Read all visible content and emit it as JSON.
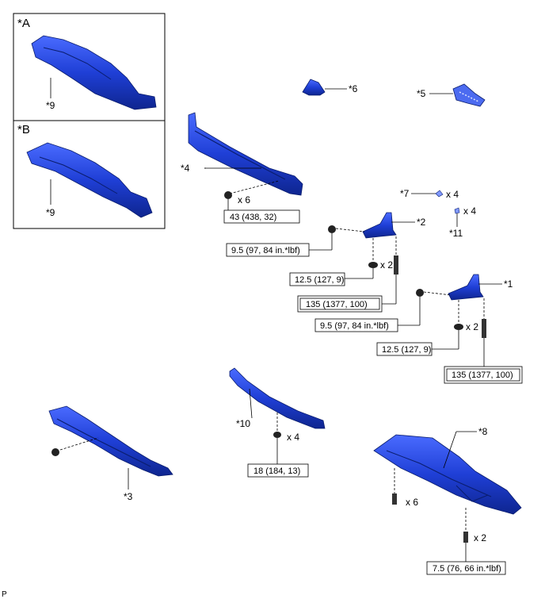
{
  "insets": {
    "a": {
      "label": "*A",
      "part_label": "*9"
    },
    "b": {
      "label": "*B",
      "part_label": "*9"
    }
  },
  "parts": {
    "p1": "*1",
    "p2": "*2",
    "p3": "*3",
    "p4": "*4",
    "p5": "*5",
    "p6": "*6",
    "p7": "*7",
    "p8": "*8",
    "p10": "*10",
    "p11": "*11"
  },
  "quantities": {
    "bolt_p4": "x 6",
    "clip_p7": "x 4",
    "clip_p11": "x 4",
    "nut_p2": "x 2",
    "nut_p1": "x 2",
    "nut_p10": "x 4",
    "bolt_p8": "x 6",
    "screw_p8": "x 2"
  },
  "torques": {
    "t_p4": "43 (438, 32)",
    "t_p2_bolt": "9.5 (97, 84 in.*lbf)",
    "t_p2_nut": "12.5 (127, 9)",
    "t_p2_main": "135 (1377, 100)",
    "t_p1_bolt": "9.5 (97, 84 in.*lbf)",
    "t_p1_nut": "12.5 (127, 9)",
    "t_p1_main": "135 (1377, 100)",
    "t_p10": "18 (184, 13)",
    "t_p8": "7.5 (76, 66 in.*lbf)"
  },
  "footer": {
    "code": "P"
  },
  "colors": {
    "part_blue": "#1f3fd6",
    "part_dark": "#0a1d6e",
    "part_light": "#5b7bff"
  }
}
